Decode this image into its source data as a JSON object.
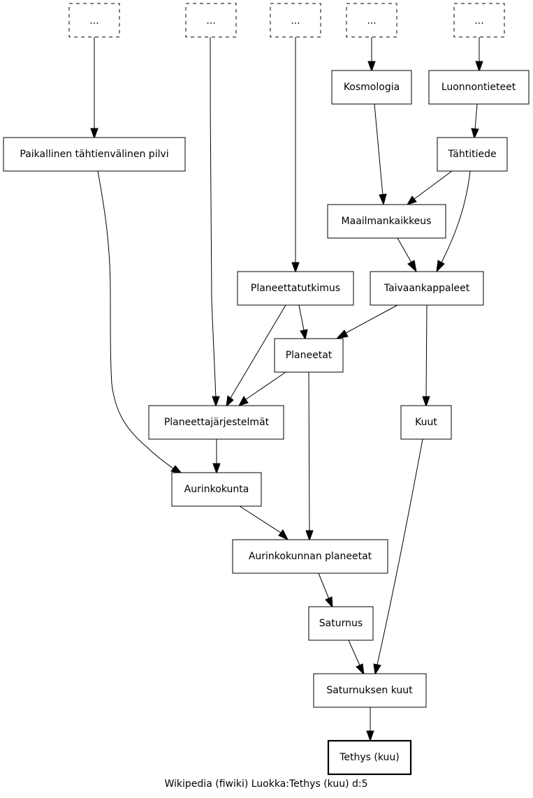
{
  "nodes": {
    "ph1": "...",
    "ph2": "...",
    "ph3": "...",
    "ph4": "...",
    "ph5": "...",
    "kosmologia": "Kosmologia",
    "luonnontieteet": "Luonnontieteet",
    "paikallinen": "Paikallinen tähtienvälinen pilvi",
    "tahtitiede": "Tähtitiede",
    "maailmankaikkeus": "Maailmankaikkeus",
    "planeettatutkimus": "Planeettatutkimus",
    "taivaankappaleet": "Taivaankappaleet",
    "planeetat": "Planeetat",
    "planeettajarjestelmat": "Planeettajärjestelmät",
    "kuut": "Kuut",
    "aurinkokunta": "Aurinkokunta",
    "aurinkokunnan_planeetat": "Aurinkokunnan planeetat",
    "saturnus": "Saturnus",
    "saturnuksen_kuut": "Saturnuksen kuut",
    "tethys": "Tethys (kuu)"
  },
  "caption": "Wikipedia (fiwiki) Luokka:Tethys (kuu) d:5"
}
